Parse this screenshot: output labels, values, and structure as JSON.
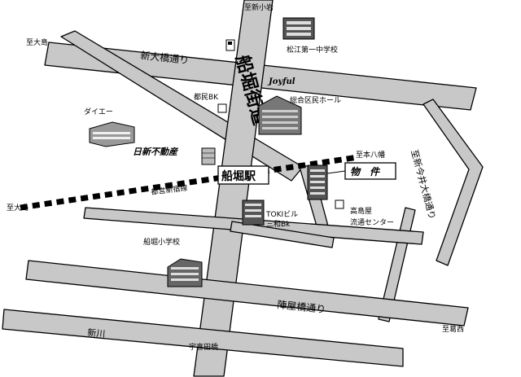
{
  "map": {
    "edges": {
      "west_north": "至大島",
      "west_south": "至大島",
      "north": "至新小岩",
      "east_north": "至本八幡",
      "southeast": "至葛西"
    },
    "roads": {
      "funabori_kaido": "船堀街道",
      "shin_ohashi": "新大橋通り",
      "jinya_bashi": "陣屋橋通り",
      "right_diag": "至新今井大橋通り",
      "shinkawa": "新川",
      "bridge": "宇喜田橋"
    },
    "railway": {
      "line": "都営新宿線",
      "station": "船堀駅"
    },
    "landmarks": {
      "school1": "松江第一中学校",
      "hall": "総合区民ホール",
      "bank1": "都民BK",
      "daiei": "ダイエー",
      "nisshin": "日新不動産",
      "toki": "TOKIビル",
      "sanwa": "三和Bk",
      "takashimaya": "高島屋",
      "takashimaya2": "流通センター",
      "school2": "船堀小学校",
      "property": "物　件",
      "sign": "Joyful"
    }
  }
}
